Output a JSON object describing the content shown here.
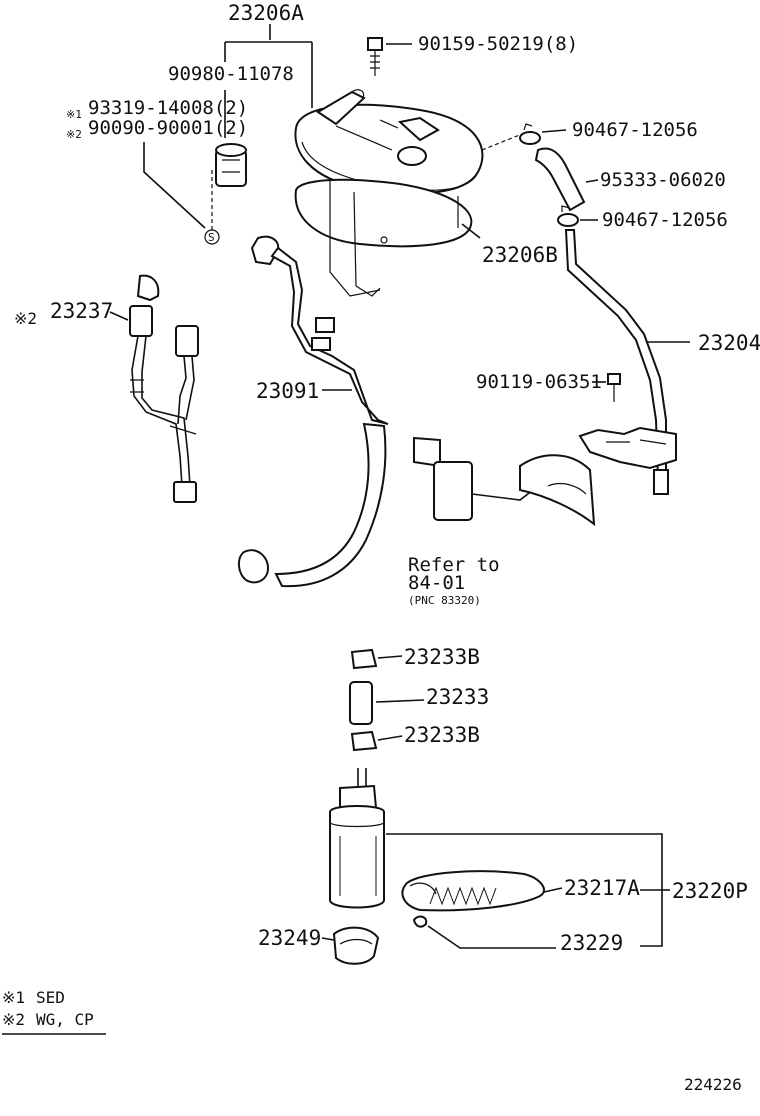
{
  "labels": {
    "p23206A": "23206A",
    "p90980": "90980-11078",
    "p93319": "93319-14008(2)",
    "p90090": "90090-90001(2)",
    "mark1": "※1",
    "mark2": "※2",
    "p90159": "90159-50219(8)",
    "p90467a": "90467-12056",
    "p95333": "95333-06020",
    "p90467b": "90467-12056",
    "p23206B": "23206B",
    "p23237": "23237",
    "p23204": "23204",
    "p90119": "90119-06351",
    "p23091": "23091",
    "refer1": "Refer to",
    "refer2": "84-01",
    "refer3": "(PNC 83320)",
    "p23233Ba": "23233B",
    "p23233": "23233",
    "p23233Bb": "23233B",
    "p23217A": "23217A",
    "p23220P": "23220P",
    "p23249": "23249",
    "p23229": "23229",
    "s_symbol": "S",
    "note1_mark": "※1",
    "note1_text": "SED",
    "note2_mark": "※2",
    "note2_text": "WG, CP",
    "figure_no": "224226"
  }
}
